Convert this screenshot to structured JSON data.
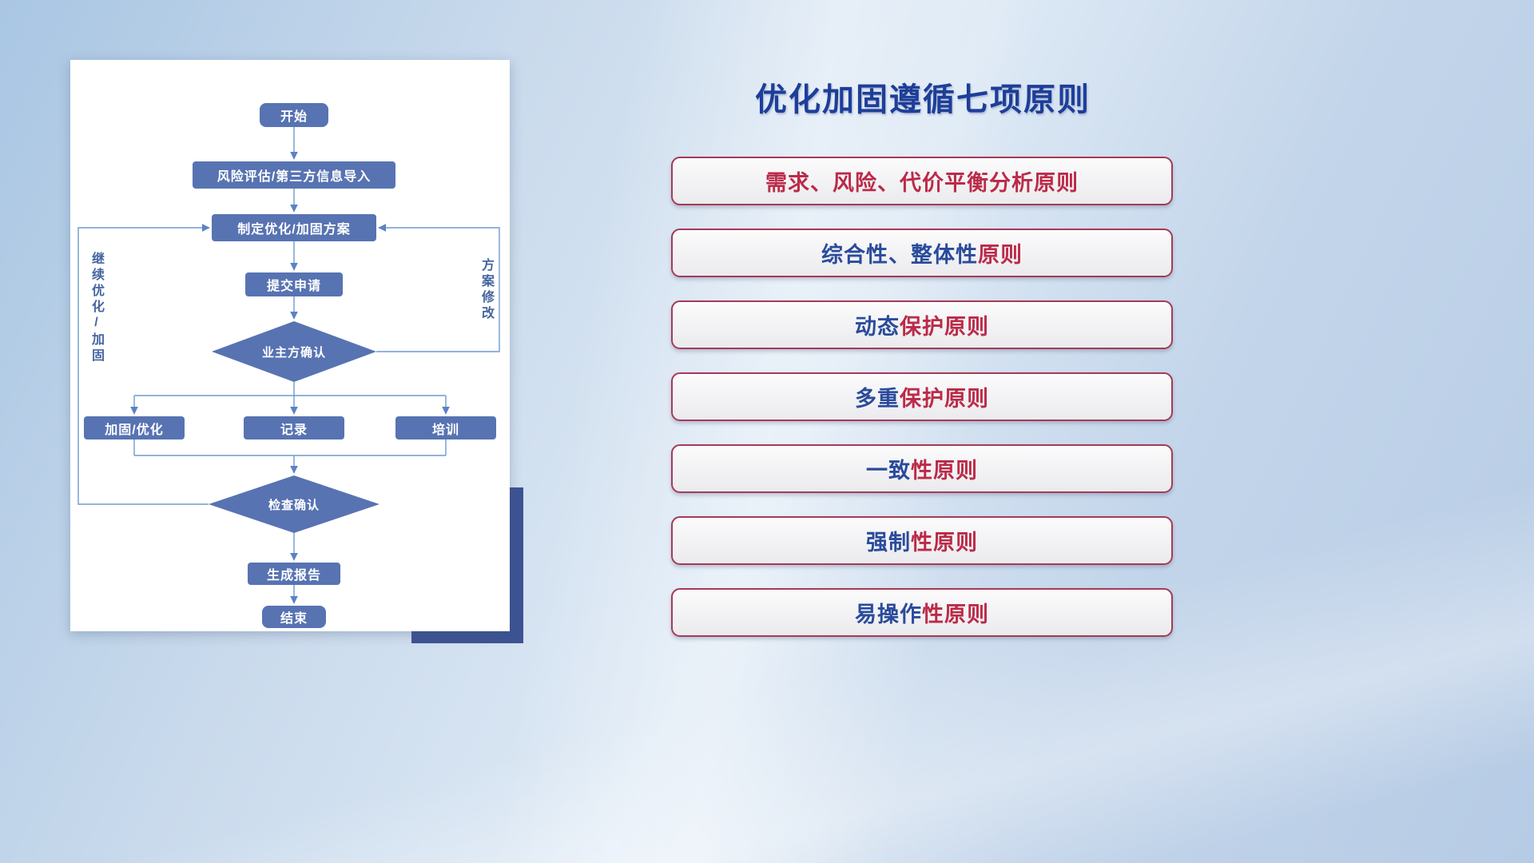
{
  "flowchart": {
    "nodes": {
      "start": "开始",
      "risk_import": "风险评估/第三方信息导入",
      "make_plan": "制定优化/加固方案",
      "submit": "提交申请",
      "owner_confirm": "业主方确认",
      "reinforce": "加固/优化",
      "record": "记录",
      "training": "培训",
      "check_confirm": "检查确认",
      "report": "生成报告",
      "end": "结束"
    },
    "loop_labels": {
      "left": "继续优化/加固",
      "right": "方案修改"
    }
  },
  "panel": {
    "title": "优化加固遵循七项原则",
    "principles": [
      {
        "segments": [
          {
            "text": "需求、风险、代价平衡分析原则",
            "color": "red"
          }
        ]
      },
      {
        "segments": [
          {
            "text": "综合性、整体性",
            "color": "blue"
          },
          {
            "text": "原则",
            "color": "red"
          }
        ]
      },
      {
        "segments": [
          {
            "text": "动态",
            "color": "blue"
          },
          {
            "text": "保护原则",
            "color": "red"
          }
        ]
      },
      {
        "segments": [
          {
            "text": "多重",
            "color": "blue"
          },
          {
            "text": "保护原则",
            "color": "red"
          }
        ]
      },
      {
        "segments": [
          {
            "text": "一致",
            "color": "blue"
          },
          {
            "text": "性原则",
            "color": "red"
          }
        ]
      },
      {
        "segments": [
          {
            "text": "强制",
            "color": "blue"
          },
          {
            "text": "性原则",
            "color": "red"
          }
        ]
      },
      {
        "segments": [
          {
            "text": "易操作",
            "color": "blue"
          },
          {
            "text": "性原则",
            "color": "red"
          }
        ]
      }
    ]
  },
  "colors": {
    "title_blue": "#1d3e99",
    "principle_red": "#bb2b49",
    "principle_blue": "#2a4b9b",
    "principle_border": "#a63a55",
    "node_fill": "#5773b2",
    "connector": "#6f9ad0",
    "accent_navy": "#3d5493"
  }
}
